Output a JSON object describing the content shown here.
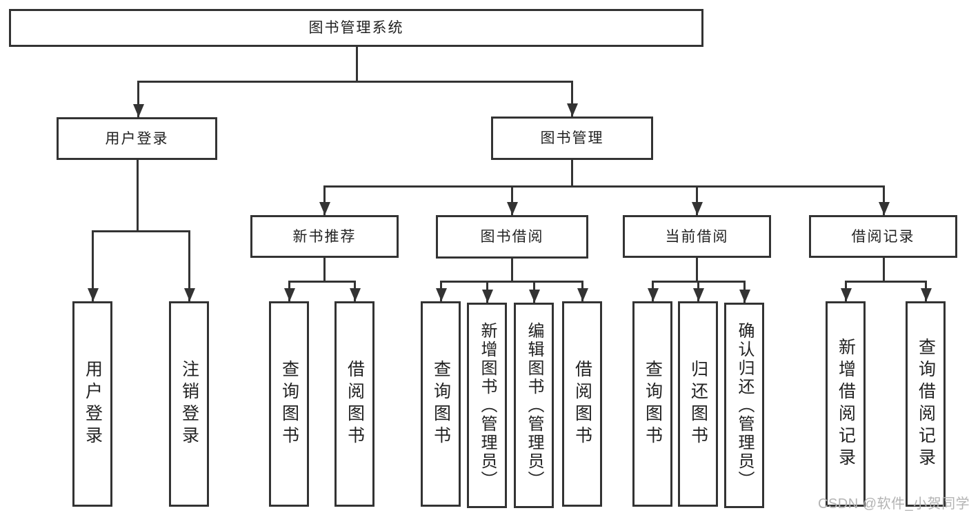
{
  "diagram": {
    "title": "图书管理系统",
    "level2": {
      "user_login": "用户登录",
      "book_management": "图书管理"
    },
    "level3": {
      "new_book": "新书推荐",
      "book_borrow": "图书借阅",
      "current_borrow": "当前借阅",
      "borrow_record": "借阅记录"
    },
    "leaves": {
      "user_login": "用户登录",
      "logout": "注销登录",
      "nb_query": "查询图书",
      "nb_borrow": "借阅图书",
      "bb_query": "查询图书",
      "bb_add": "新增图书（管理员）",
      "bb_edit": "编辑图书（管理员）",
      "bb_borrow": "借阅图书",
      "cb_query": "查询图书",
      "cb_return": "归还图书",
      "cb_confirm": "确认归还（管理员）",
      "br_add": "新增借阅记录",
      "br_query": "查询借阅记录"
    }
  },
  "watermark": "CSDN @软件_小贺同学",
  "colors": {
    "line": "#333333",
    "text": "#222222",
    "background": "#ffffff",
    "watermark": "#b3b3b3"
  }
}
